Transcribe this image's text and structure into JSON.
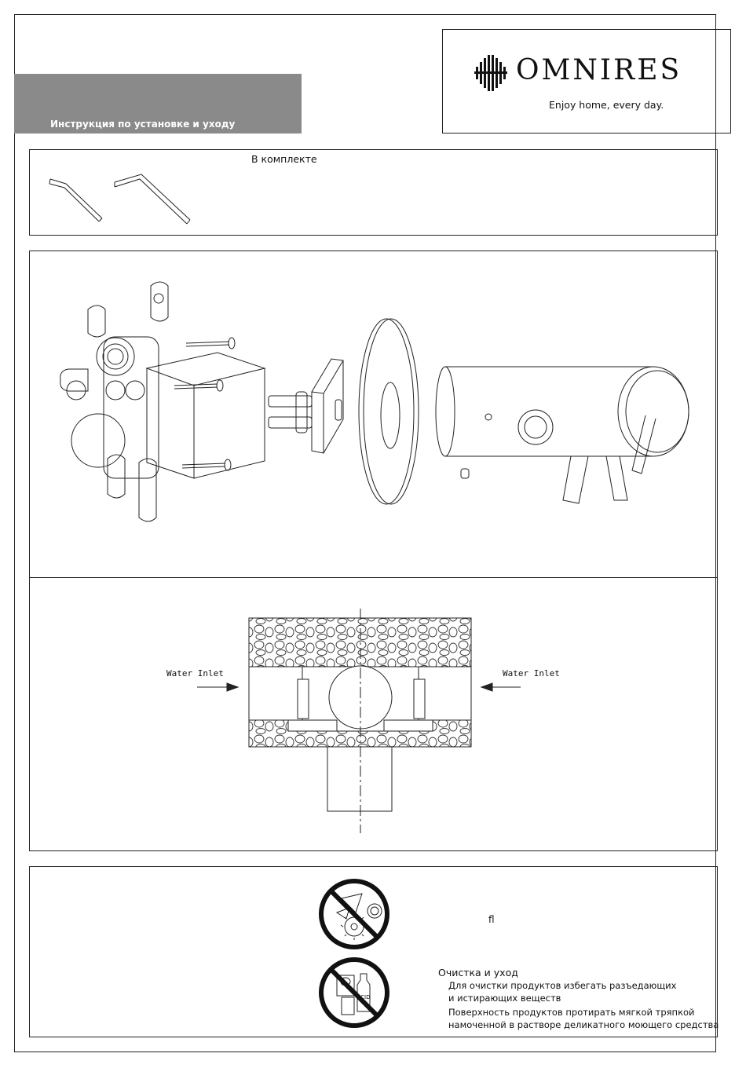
{
  "header": {
    "title": "Инструкция по установке и уходу"
  },
  "brand": {
    "name": "OMNIRES",
    "tagline": "Enjoy home, every day."
  },
  "kit": {
    "label": "В комплекте"
  },
  "installation_diagram": {
    "inlet_left": "Water Inlet",
    "inlet_right": "Water Inlet"
  },
  "care": {
    "stray_glyph": "fl",
    "title": "Очистка и уход",
    "lines": [
      "Для очистки продуктов избегать разъедающих",
      "и истирающих веществ",
      "Поверхность продуктов протирать мягкой тряпкой",
      "намоченной в растворе деликатного моющего средства"
    ],
    "acid_label": "ACID"
  },
  "colors": {
    "header_bar": "#8a8a8a",
    "line": "#222222"
  },
  "icons": [
    "hex-key-icon",
    "no-abrasive-tools-icon",
    "no-chemicals-icon",
    "omnires-logo-icon"
  ]
}
